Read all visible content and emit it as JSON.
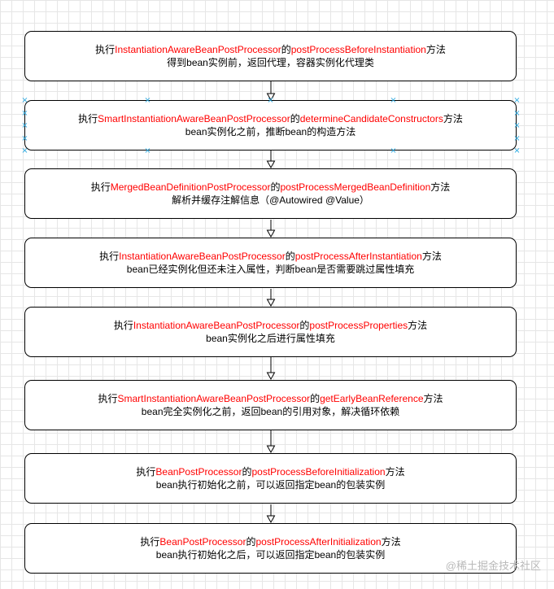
{
  "steps": [
    {
      "prefix": "执行",
      "class_name": "InstantiationAwareBeanPostProcessor",
      "mid": "的",
      "method": "postProcessBeforeInstantiation",
      "suffix": "方法",
      "description": "得到bean实例前，返回代理，容器实例化代理类"
    },
    {
      "prefix": "执行",
      "class_name": "SmartInstantiationAwareBeanPostProcessor",
      "mid": "的",
      "method": "determineCandidateConstructors",
      "suffix": "方法",
      "description": "bean实例化之前，推断bean的构造方法"
    },
    {
      "prefix": "执行",
      "class_name": "MergedBeanDefinitionPostProcessor",
      "mid": "的",
      "method": "postProcessMergedBeanDefinition",
      "suffix": "方法",
      "description": "解析并缓存注解信息（@Autowired @Value）"
    },
    {
      "prefix": "执行",
      "class_name": "InstantiationAwareBeanPostProcessor",
      "mid": "的",
      "method": "postProcessAfterInstantiation",
      "suffix": "方法",
      "description": "bean已经实例化但还未注入属性，判断bean是否需要跳过属性填充"
    },
    {
      "prefix": "执行",
      "class_name": "InstantiationAwareBeanPostProcessor",
      "mid": "的",
      "method": "postProcessProperties",
      "suffix": "方法",
      "description": "bean实例化之后进行属性填充"
    },
    {
      "prefix": "执行",
      "class_name": "SmartInstantiationAwareBeanPostProcessor",
      "mid": "的",
      "method": "getEarlyBeanReference",
      "suffix": "方法",
      "description": "bean完全实例化之前，返回bean的引用对象，解决循环依赖"
    },
    {
      "prefix": "执行",
      "class_name": "BeanPostProcessor",
      "mid": "的",
      "method": "postProcessBeforeInitialization",
      "suffix": "方法",
      "description": "bean执行初始化之前，可以返回指定bean的包装实例"
    },
    {
      "prefix": "执行",
      "class_name": "BeanPostProcessor",
      "mid": "的",
      "method": "postProcessAfterInitialization",
      "suffix": "方法",
      "description": "bean执行初始化之后，可以返回指定bean的包装实例"
    }
  ],
  "selection_handle_glyph": "×",
  "watermark": "@稀土掘金技术社区",
  "colors": {
    "highlight": "#ff0000",
    "text": "#000000",
    "selection": "#29a8e0",
    "grid": "#e6e6e6"
  }
}
